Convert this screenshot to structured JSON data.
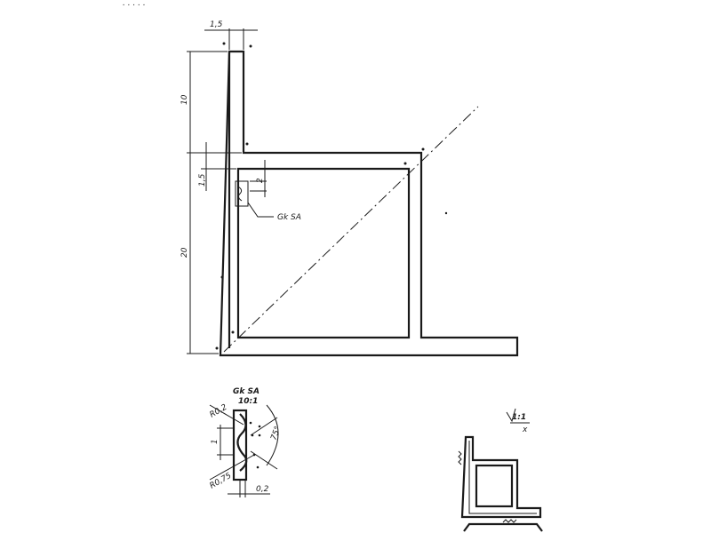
{
  "main_view": {
    "dimensions": {
      "top_width": "1,5",
      "upper_height": "10",
      "lower_height": "20",
      "wall_thickness": "1,5",
      "groove_depth": "2"
    },
    "callout_label": "Gk SA"
  },
  "detail_view": {
    "title": "Gk SA",
    "scale": "10:1",
    "radius_top": "R0,2",
    "radius_bottom": "R0,75",
    "angle": "75°",
    "height": "1",
    "width": "0,2"
  },
  "surface_view": {
    "scale_label": "1:1",
    "roughness_symbol": "x"
  }
}
